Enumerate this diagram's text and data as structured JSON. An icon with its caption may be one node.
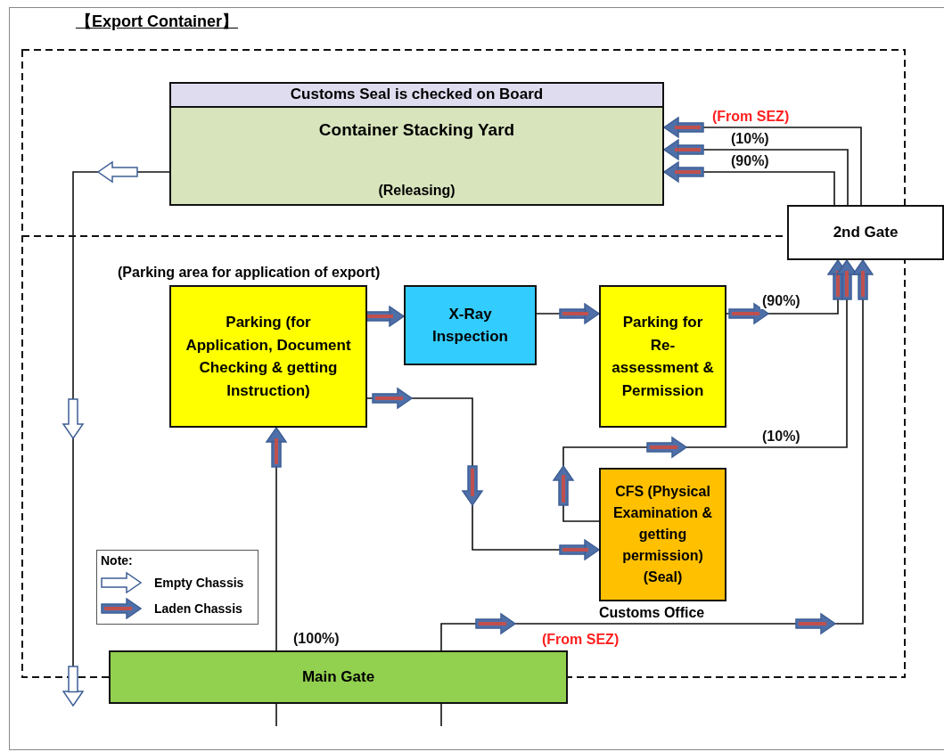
{
  "diagram": {
    "title": "【Export Container】",
    "nodes": [
      {
        "text": [
          "Customs Seal is checked on Board",
          "Container Stacking Yard",
          "(Releasing)"
        ]
      },
      {
        "text": [
          "2nd Gate"
        ]
      },
      {
        "text": [
          "Parking (for Application, Document Checking & getting Instruction)"
        ],
        "beside": [
          "(Parking area for application of export)"
        ]
      },
      {
        "text": [
          "X-Ray Inspection"
        ]
      },
      {
        "text": [
          "Parking for Re-assessment & Permission"
        ]
      },
      {
        "text": [
          "CFS (Physical Examination & getting permission) (Seal)"
        ],
        "beside": [
          "Customs Office"
        ]
      },
      {
        "text": [
          "Main Gate"
        ]
      }
    ],
    "edges": [
      {
        "from": 6,
        "to": 2,
        "arrow": "to",
        "label": "(100%)"
      },
      {
        "from": 2,
        "to": 3,
        "arrow": "to"
      },
      {
        "from": 3,
        "to": 4,
        "arrow": "to"
      },
      {
        "from": 2,
        "to": 5,
        "arrow": "to"
      },
      {
        "from": 4,
        "to": 1,
        "arrow": "to",
        "label": "(90%)"
      },
      {
        "from": 5,
        "to": 1,
        "arrow": "to",
        "label": "(10%)"
      },
      {
        "from": 6,
        "to": 1,
        "arrow": "to",
        "label": "(From SEZ)"
      },
      {
        "from": 1,
        "to": 0,
        "arrow": "to",
        "label": "(From SEZ)"
      },
      {
        "from": 1,
        "to": 0,
        "arrow": "to",
        "label": "(10%)"
      },
      {
        "from": 1,
        "to": 0,
        "arrow": "to",
        "label": "(90%)"
      },
      {
        "from": 0,
        "to": null,
        "arrow": "to"
      },
      {
        "from": null,
        "to": 6,
        "arrow": "none"
      },
      {
        "from": null,
        "to": 6,
        "arrow": "none"
      }
    ],
    "labels": [
      "Note:"
    ],
    "legend": [
      {
        "text": "Empty Chassis"
      },
      {
        "text": "Laden Chassis"
      }
    ]
  }
}
